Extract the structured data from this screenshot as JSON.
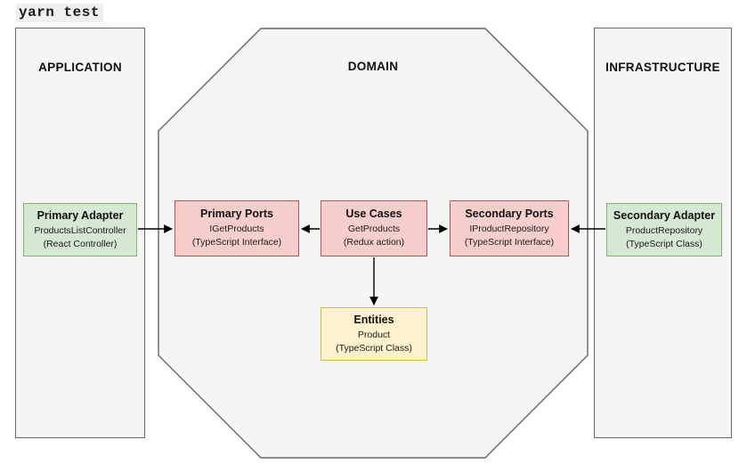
{
  "terminal": {
    "command": "yarn test"
  },
  "containers": {
    "application": {
      "title": "APPLICATION"
    },
    "domain": {
      "title": "DOMAIN"
    },
    "infrastructure": {
      "title": "INFRASTRUCTURE"
    }
  },
  "nodes": {
    "primary_adapter": {
      "title": "Primary Adapter",
      "name": "ProductsListController",
      "kind": "(React Controller)",
      "fill": "#d5e8d4",
      "stroke": "#82b366"
    },
    "primary_ports": {
      "title": "Primary Ports",
      "name": "IGetProducts",
      "kind": "(TypeScript Interface)",
      "fill": "#f8cecc",
      "stroke": "#b85450"
    },
    "use_cases": {
      "title": "Use Cases",
      "name": "GetProducts",
      "kind": "(Redux action)",
      "fill": "#f8cecc",
      "stroke": "#b85450"
    },
    "secondary_ports": {
      "title": "Secondary Ports",
      "name": "IProductRepository",
      "kind": "(TypeScript Interface)",
      "fill": "#f8cecc",
      "stroke": "#b85450"
    },
    "secondary_adapter": {
      "title": "Secondary Adapter",
      "name": "ProductRepository",
      "kind": "(TypeScript Class)",
      "fill": "#d5e8d4",
      "stroke": "#82b366"
    },
    "entities": {
      "title": "Entities",
      "name": "Product",
      "kind": "(TypeScript Class)",
      "fill": "#fff2cc",
      "stroke": "#d6b656"
    }
  },
  "connectors": [
    {
      "from": "primary_adapter",
      "to": "primary_ports",
      "direction": "right"
    },
    {
      "from": "use_cases",
      "to": "primary_ports",
      "direction": "left"
    },
    {
      "from": "use_cases",
      "to": "secondary_ports",
      "direction": "right"
    },
    {
      "from": "secondary_adapter",
      "to": "secondary_ports",
      "direction": "left"
    },
    {
      "from": "use_cases",
      "to": "entities",
      "direction": "down"
    }
  ],
  "colors": {
    "canvas": "#ffffff",
    "container_fill": "#f5f5f5",
    "container_stroke": "#66666a",
    "line": "#000000"
  }
}
